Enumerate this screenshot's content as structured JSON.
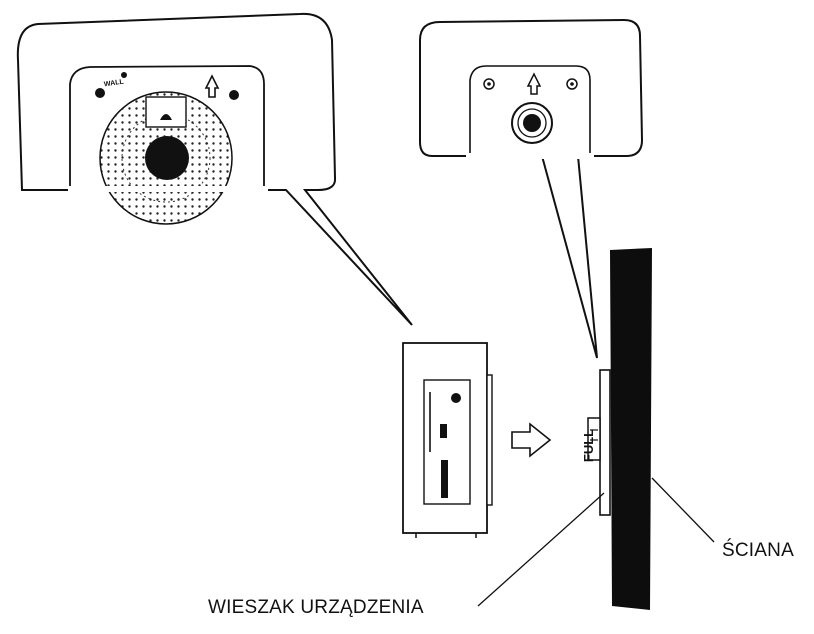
{
  "labels": {
    "wall": "ŚCIANA",
    "bracket": "WIESZAK URZĄDZENIA",
    "tiny_mark": "WALL",
    "side_mark": "FULL"
  },
  "colors": {
    "ink": "#111111",
    "paper": "#ffffff",
    "wall_fill": "#0d0d0d"
  },
  "icons": {
    "arrow_right": "hollow-arrow-right-icon",
    "arrow_up": "hollow-arrow-up-icon"
  }
}
